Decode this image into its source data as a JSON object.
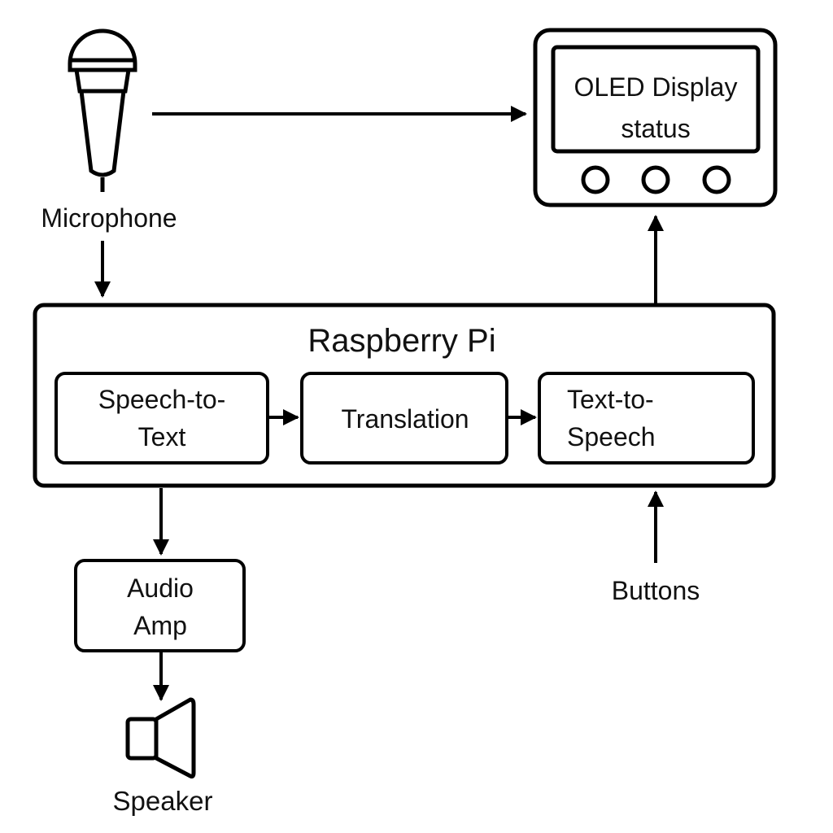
{
  "microphone": {
    "label": "Microphone",
    "icon": "microphone-icon"
  },
  "oled": {
    "title": "OLED Display",
    "subtitle": "status",
    "icon": "screen-icon"
  },
  "raspberry_pi": {
    "title": "Raspberry Pi",
    "stages": [
      {
        "line1": "Speech-to-",
        "line2": "Text"
      },
      {
        "line1": "Translation"
      },
      {
        "line1": "Text-to-",
        "line2": "Speech"
      }
    ]
  },
  "audio_amp": {
    "line1": "Audio",
    "line2": "Amp"
  },
  "speaker": {
    "label": "Speaker",
    "icon": "speaker-icon"
  },
  "buttons": {
    "label": "Buttons"
  }
}
